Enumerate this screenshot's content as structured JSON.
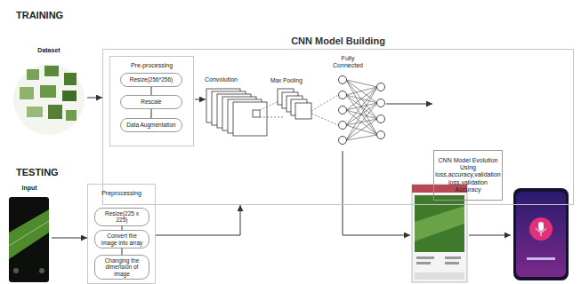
{
  "diagram": {
    "nodes": [
      {
        "text": [
          "Dataset"
        ]
      },
      {
        "text": [
          "CNN Model Building"
        ]
      },
      {
        "text": [
          "Pre-processing"
        ],
        "in": 1
      },
      {
        "text": [
          "Resize(256*256)"
        ],
        "in": 2
      },
      {
        "text": [
          "Rescale"
        ],
        "in": 2
      },
      {
        "text": [
          "Data Augmentation"
        ],
        "in": 2
      },
      {
        "text": [
          "CNN Model Evolution Using loss,accuracy,validation loss,validation Accuracy"
        ],
        "in": 1
      },
      {
        "text": [
          "Input"
        ]
      },
      {
        "text": [
          "Preprocessing"
        ]
      },
      {
        "text": [
          "Resize(225 x 225)"
        ],
        "in": 8
      },
      {
        "text": [
          "Convert the image into array"
        ],
        "in": 8
      },
      {
        "text": [
          "Changing the dimension of image"
        ],
        "in": 8
      }
    ],
    "edges": [
      {
        "from": 0,
        "to": 1,
        "arrow": "to"
      },
      {
        "from": 3,
        "to": 4,
        "arrow": "none"
      },
      {
        "from": 4,
        "to": 5,
        "arrow": "none"
      },
      {
        "from": 7,
        "to": 8,
        "arrow": "to"
      },
      {
        "from": 9,
        "to": 10,
        "arrow": "none"
      },
      {
        "from": 10,
        "to": 11,
        "arrow": "none"
      },
      {
        "from": 8,
        "to": 1,
        "arrow": "to"
      }
    ],
    "labels": [
      "TRAINING",
      "Convolution",
      "Max Pooling",
      "Fully Connected",
      "TESTING"
    ]
  }
}
